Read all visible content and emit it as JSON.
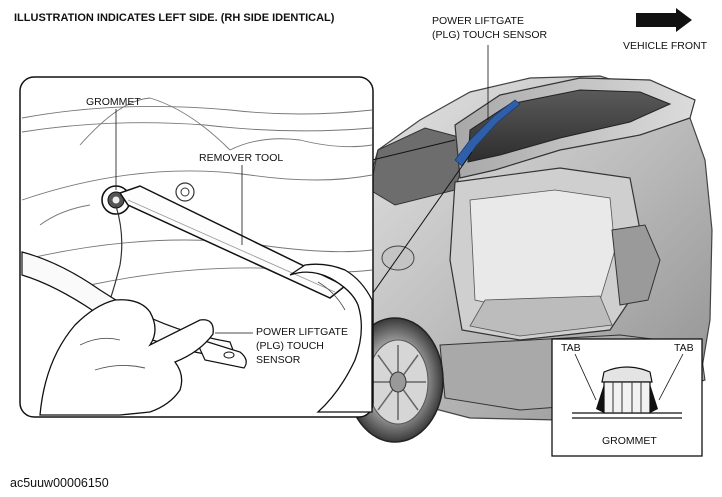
{
  "header": {
    "title": "ILLUSTRATION INDICATES LEFT SIDE. (RH SIDE IDENTICAL)"
  },
  "labels": {
    "plg_top_line1": "POWER LIFTGATE",
    "plg_top_line2": "(PLG) TOUCH SENSOR",
    "vehicle_front": "VEHICLE FRONT",
    "grommet": "GROMMET",
    "remover_tool": "REMOVER TOOL",
    "plg_detail_line1": "POWER LIFTGATE",
    "plg_detail_line2": "(PLG) TOUCH",
    "plg_detail_line3": "SENSOR",
    "tab_left": "TAB",
    "tab_right": "TAB",
    "grommet_inset": "GROMMET"
  },
  "footer": {
    "code": "ac5uuw00006150"
  },
  "icons": {
    "front_arrow": "arrow-right-icon"
  }
}
